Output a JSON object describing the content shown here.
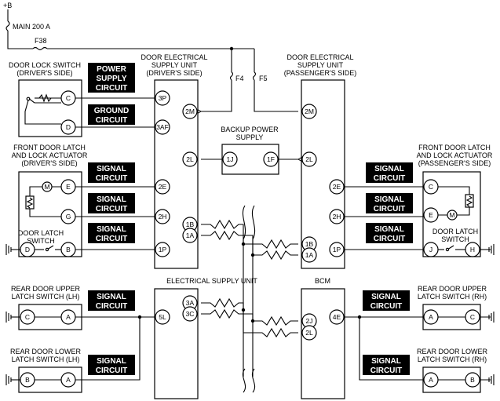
{
  "power": {
    "battery": "+B",
    "main_fuse": "MAIN 200 A",
    "fuse_f38": "F38",
    "fuse_f4": "F4",
    "fuse_f5": "F5"
  },
  "units": {
    "desu_driver": [
      "DOOR ELECTRICAL",
      "SUPPLY UNIT",
      "(DRIVER'S SIDE)"
    ],
    "desu_passenger": [
      "DOOR ELECTRICAL",
      "SUPPLY UNIT",
      "(PASSENGER'S SIDE)"
    ],
    "backup": [
      "BACKUP POWER",
      "SUPPLY"
    ],
    "esu": "ELECTRICAL SUPPLY UNIT",
    "bcm": "BCM"
  },
  "switches": {
    "door_lock_driver": [
      "DOOR LOCK SWITCH",
      "(DRIVER'S SIDE)"
    ],
    "front_latch_driver": [
      "FRONT DOOR LATCH",
      "AND LOCK ACTUATOR",
      "(DRIVER'S SIDE)"
    ],
    "front_latch_passenger": [
      "FRONT DOOR LATCH",
      "AND LOCK ACTUATOR",
      "(PASSENGER'S SIDE)"
    ],
    "door_latch_switch": [
      "DOOR LATCH",
      "SWITCH"
    ],
    "rear_upper_lh": [
      "REAR DOOR UPPER",
      "LATCH SWITCH (LH)"
    ],
    "rear_lower_lh": [
      "REAR DOOR LOWER",
      "LATCH SWITCH (LH)"
    ],
    "rear_upper_rh": [
      "REAR DOOR UPPER",
      "LATCH SWITCH (RH)"
    ],
    "rear_lower_rh": [
      "REAR DOOR LOWER",
      "LATCH SWITCH (RH)"
    ]
  },
  "badges": {
    "power_supply": [
      "POWER",
      "SUPPLY",
      "CIRCUIT"
    ],
    "ground": [
      "GROUND",
      "CIRCUIT"
    ],
    "signal": [
      "SIGNAL",
      "CIRCUIT"
    ]
  },
  "pins": {
    "C": "C",
    "D": "D",
    "E": "E",
    "G": "G",
    "B": "B",
    "A": "A",
    "J": "J",
    "H": "H",
    "p3P": "3P",
    "p3AF": "3AF",
    "p2E": "2E",
    "p2H": "2H",
    "p1P": "1P",
    "p2M": "2M",
    "p2L": "2L",
    "p1B": "1B",
    "p1A": "1A",
    "p1J": "1J",
    "p1F": "1F",
    "p5L": "5L",
    "p3A": "3A",
    "p3C": "3C",
    "p2J": "2J",
    "p4E": "4E"
  },
  "motor": "M"
}
